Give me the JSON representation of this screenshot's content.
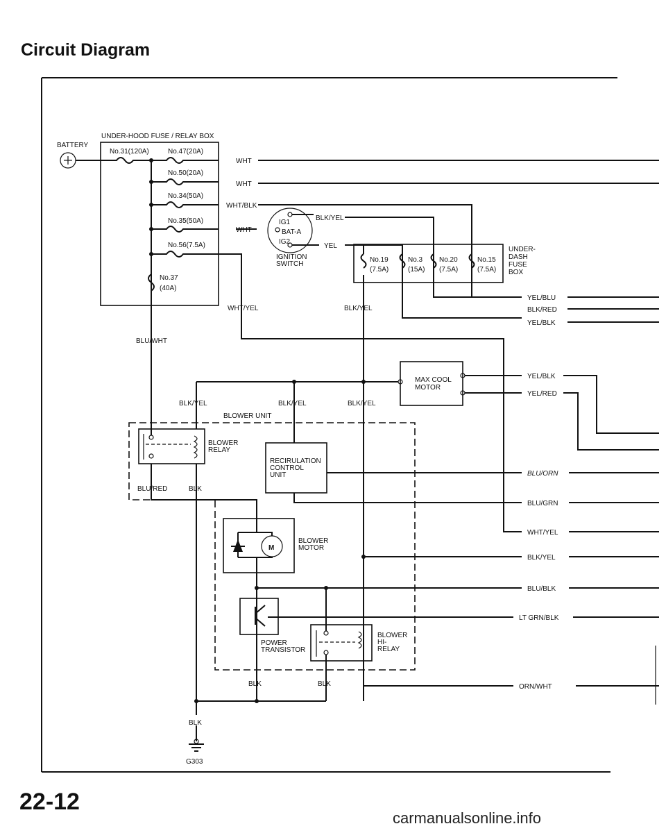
{
  "title": "Circuit Diagram",
  "page_number": "22-12",
  "watermark": "carmanualsonline.info",
  "labels": {
    "battery": "BATTERY",
    "under_hood_box": "UNDER-HOOD FUSE / RELAY BOX",
    "fuse_31": "No.31(120A)",
    "fuse_47": "No.47(20A)",
    "fuse_50": "No.50(20A)",
    "fuse_34": "No.34(50A)",
    "fuse_35": "No.35(50A)",
    "fuse_56": "No.56(7.5A)",
    "fuse_37a": "No.37",
    "fuse_37b": "(40A)",
    "wht_1": "WHT",
    "wht_2": "WHT",
    "wht_blk": "WHT/BLK",
    "wht_3": "WHT",
    "ig1": "IG1",
    "bat_a": "BAT-A",
    "ig2": "IG2",
    "ignition_1": "IGNITION",
    "ignition_2": "SWITCH",
    "blk_yel_top": "BLK/YEL",
    "yel": "YEL",
    "fuse_19a": "No.19",
    "fuse_19b": "(7.5A)",
    "fuse_3a": "No.3",
    "fuse_3b": "(15A)",
    "fuse_20a": "No.20",
    "fuse_20b": "(7.5A)",
    "fuse_15a": "No.15",
    "fuse_15b": "(7.5A)",
    "dash_1": "UNDER-",
    "dash_2": "DASH",
    "dash_3": "FUSE",
    "dash_4": "BOX",
    "yel_blu": "YEL/BLU",
    "blk_red": "BLK/RED",
    "yel_blk_1": "YEL/BLK",
    "wht_yel_1": "WHT/YEL",
    "blk_yel_mid": "BLK/YEL",
    "blu_wht": "BLU/WHT",
    "max_cool_1": "MAX COOL",
    "max_cool_2": "MOTOR",
    "yel_blk_2": "YEL/BLK",
    "yel_red": "YEL/RED",
    "blk_yel_a": "BLK/YEL",
    "blk_yel_b": "BLK/YEL",
    "blk_yel_c": "BLK/YEL",
    "blower_unit": "BLOWER UNIT",
    "blower_relay_1": "BLOWER",
    "blower_relay_2": "RELAY",
    "recirc_1": "RECIRULATION",
    "recirc_2": "CONTROL",
    "recirc_3": "UNIT",
    "blu_orn": "BLU/ORN",
    "blu_red": "BLU/RED",
    "blk_1": "BLK",
    "blu_grn": "BLU/GRN",
    "blower_motor_1": "BLOWER",
    "blower_motor_2": "MOTOR",
    "motor_m": "M",
    "wht_yel_2": "WHT/YEL",
    "blk_yel_right": "BLK/YEL",
    "blu_blk": "BLU/BLK",
    "lt_grn_blk": "LT GRN/BLK",
    "power_tr_1": "POWER",
    "power_tr_2": "TRANSISTOR",
    "hi_relay_1": "BLOWER",
    "hi_relay_2": "HI-",
    "hi_relay_3": "RELAY",
    "blk_2": "BLK",
    "blk_3": "BLK",
    "orn_wht": "ORN/WHT",
    "blk_4": "BLK",
    "g303": "G303"
  }
}
